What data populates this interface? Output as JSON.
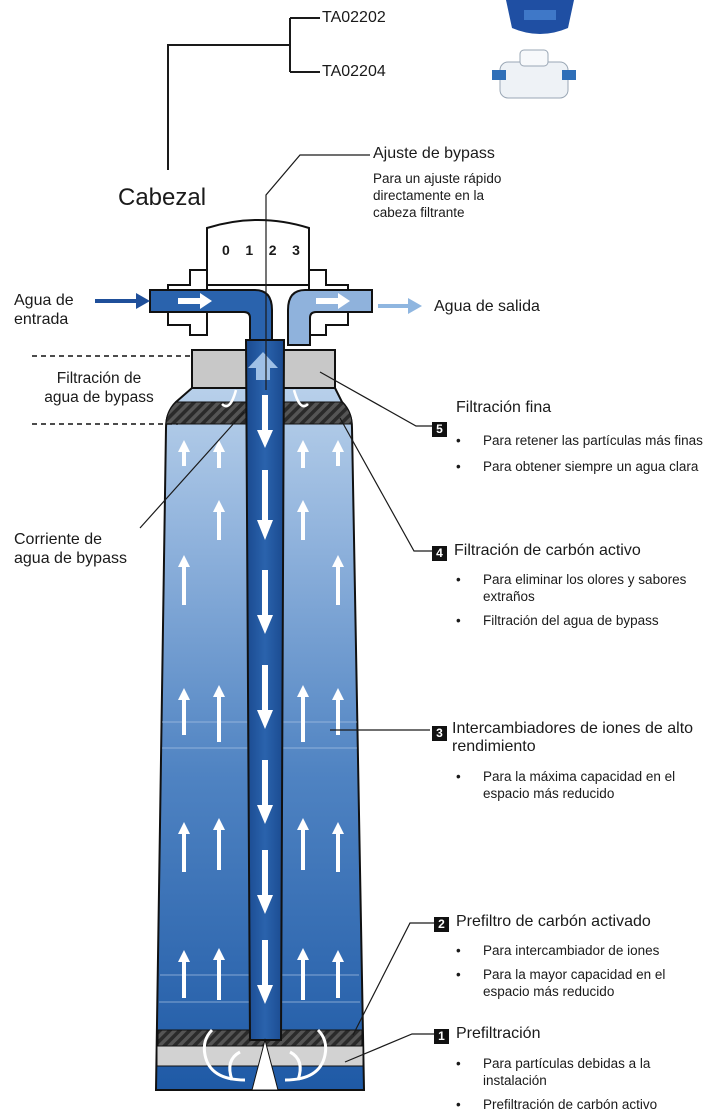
{
  "head": {
    "model_1": "TA02202",
    "model_2": "TA02204",
    "title": "Cabezal"
  },
  "bypass": {
    "title": "Ajuste de bypass",
    "desc": [
      "Para un ajuste rápido",
      "directamente en la",
      "cabeza filtrante"
    ],
    "dial": [
      "0",
      "1",
      "2",
      "3"
    ]
  },
  "flow": {
    "inlet": [
      "Agua de",
      "entrada"
    ],
    "outlet": "Agua de salida",
    "bypass_filtration": [
      "Filtración de",
      "agua de bypass"
    ],
    "bypass_stream": [
      "Corriente de",
      "agua de bypass"
    ]
  },
  "stages": [
    {
      "num": "5",
      "title": "Filtración fina",
      "bullets": [
        "Para retener las partículas más finas",
        "Para obtener siempre un agua clara"
      ]
    },
    {
      "num": "4",
      "title": "Filtración de carbón activo",
      "bullets": [
        "Para eliminar los olores y sabores extraños",
        "Filtración del agua de bypass"
      ]
    },
    {
      "num": "3",
      "title": "Intercambiadores de iones de alto rendimiento",
      "bullets": [
        "Para la máxima capacidad en el espacio más reducido"
      ]
    },
    {
      "num": "2",
      "title": "Prefiltro de carbón activado",
      "bullets": [
        "Para intercambiador de iones",
        "Para la mayor capacidad en el espacio más reducido"
      ]
    },
    {
      "num": "1",
      "title": "Prefiltración",
      "bullets": [
        "Para partículas debidas a la instalación",
        "Prefiltración de carbón activo"
      ]
    }
  ]
}
